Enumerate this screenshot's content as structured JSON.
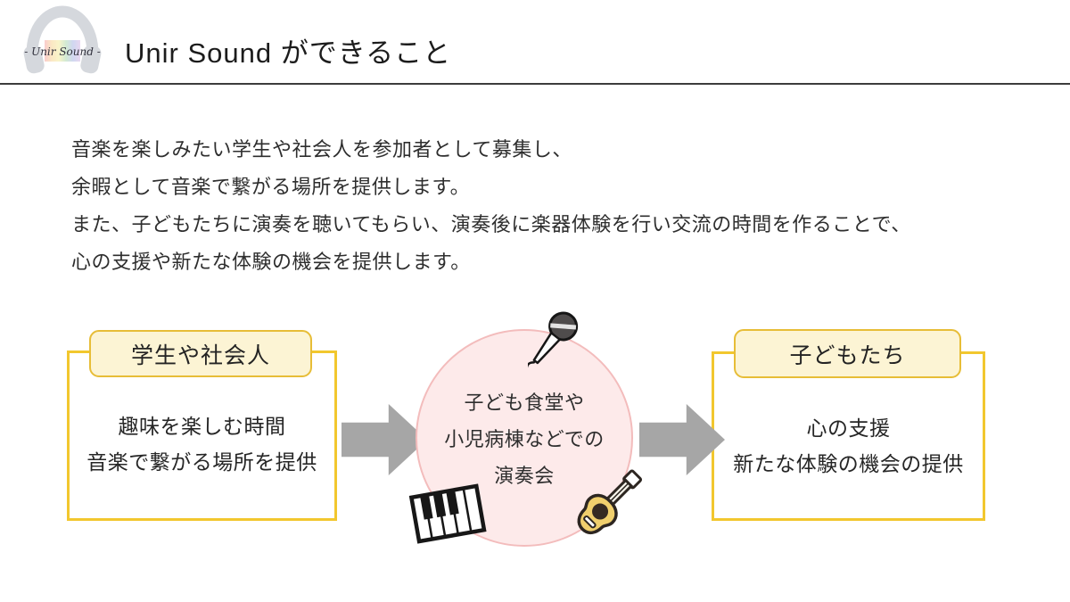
{
  "colors": {
    "gold": "#f2c72e",
    "gold_dark": "#e7bd37",
    "cream": "#fcf4d4",
    "pink_fill": "#fdeaea",
    "pink_border": "#f3bcbc",
    "arrow_gray": "#a6a6a6",
    "rule_dark": "#3c3c3c",
    "ink": "#2b2b2b",
    "logo_gray": "#d5d8dd"
  },
  "header": {
    "brand_script": "- Unir Sound -",
    "title": "Unir Sound ができること"
  },
  "intro": {
    "lines": [
      "音楽を楽しみたい学生や社会人を参加者として募集し、",
      "余暇として音楽で繋がる場所を提供します。",
      "また、子どもたちに演奏を聴いてもらい、演奏後に楽器体験を行い交流の時間を作ることで、",
      "心の支援や新たな体験の機会を提供します。"
    ]
  },
  "diagram": {
    "left_box": {
      "tab": "学生や社会人",
      "lines": [
        "趣味を楽しむ時間",
        "音楽で繋がる場所を提供"
      ]
    },
    "center_circle": {
      "lines": [
        "子ども食堂や",
        "小児病棟などでの",
        "演奏会"
      ]
    },
    "right_box": {
      "tab": "子どもたち",
      "lines": [
        "心の支援",
        "新たな体験の機会の提供"
      ]
    },
    "icons": [
      "headphones-logo",
      "microphone",
      "piano-keys",
      "guitar",
      "arrow-right",
      "arrow-right"
    ]
  }
}
